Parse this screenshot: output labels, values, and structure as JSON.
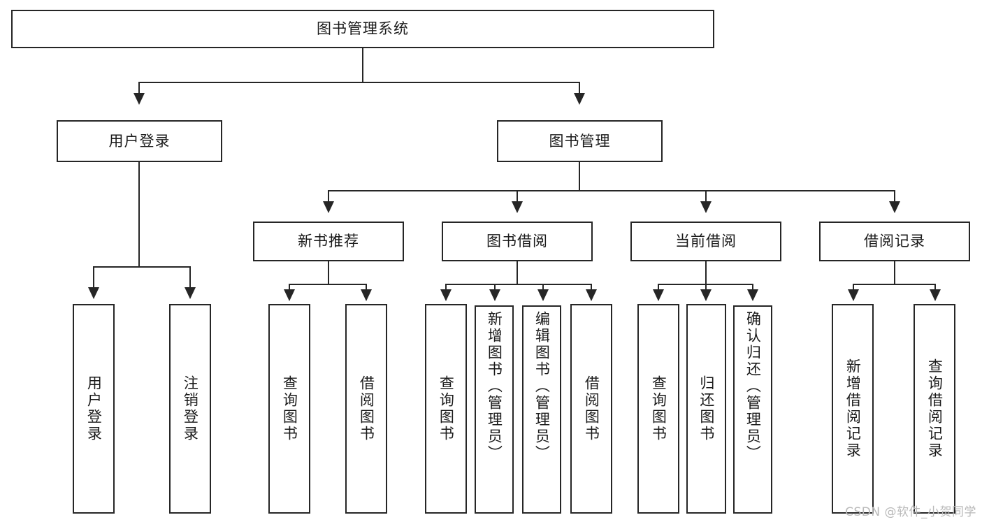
{
  "diagram": {
    "kind": "tree-structure-chart",
    "root": {
      "id": "root",
      "label": "图书管理系统"
    },
    "level2": [
      {
        "id": "user-login",
        "label": "用户登录"
      },
      {
        "id": "book-manage",
        "label": "图书管理"
      }
    ],
    "level3": [
      {
        "id": "new-book-recommend",
        "label": "新书推荐"
      },
      {
        "id": "book-borrow",
        "label": "图书借阅"
      },
      {
        "id": "current-borrow",
        "label": "当前借阅"
      },
      {
        "id": "borrow-record",
        "label": "借阅记录"
      }
    ],
    "leaves": {
      "user_login": [
        {
          "id": "leaf-user-login",
          "label": "用户登录"
        },
        {
          "id": "leaf-logout-login",
          "label": "注销登录"
        }
      ],
      "new_book_recommend": [
        {
          "id": "leaf-query-book-1",
          "label": "查询图书"
        },
        {
          "id": "leaf-borrow-book-1",
          "label": "借阅图书"
        }
      ],
      "book_borrow": [
        {
          "id": "leaf-query-book-2",
          "label": "查询图书"
        },
        {
          "id": "leaf-add-book",
          "label": "新增图书（管理员）"
        },
        {
          "id": "leaf-edit-book",
          "label": "编辑图书（管理员）"
        },
        {
          "id": "leaf-borrow-book-2",
          "label": "借阅图书"
        }
      ],
      "current_borrow": [
        {
          "id": "leaf-query-book-3",
          "label": "查询图书"
        },
        {
          "id": "leaf-return-book",
          "label": "归还图书"
        },
        {
          "id": "leaf-confirm-return",
          "label": "确认归还（管理员）"
        }
      ],
      "borrow_record": [
        {
          "id": "leaf-add-record",
          "label": "新增借阅记录"
        },
        {
          "id": "leaf-query-record",
          "label": "查询借阅记录"
        }
      ]
    }
  },
  "watermark": {
    "text": "CSDN @软件_小贺同学"
  },
  "colors": {
    "stroke": "#262626",
    "background": "#ffffff",
    "text": "#1a1a1a",
    "watermark": "#b9b9b9"
  }
}
